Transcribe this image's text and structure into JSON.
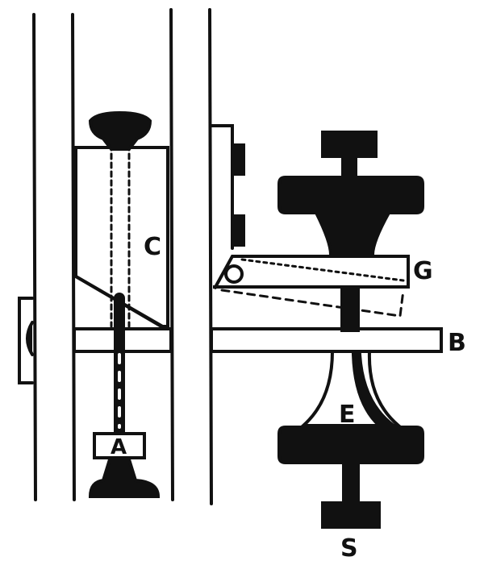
{
  "figure": {
    "colors": {
      "ink": "#111111",
      "paper": "#ffffff"
    },
    "labels": {
      "a": "A",
      "b": "B",
      "c": "C",
      "e": "E",
      "g": "G",
      "s": "S"
    }
  }
}
